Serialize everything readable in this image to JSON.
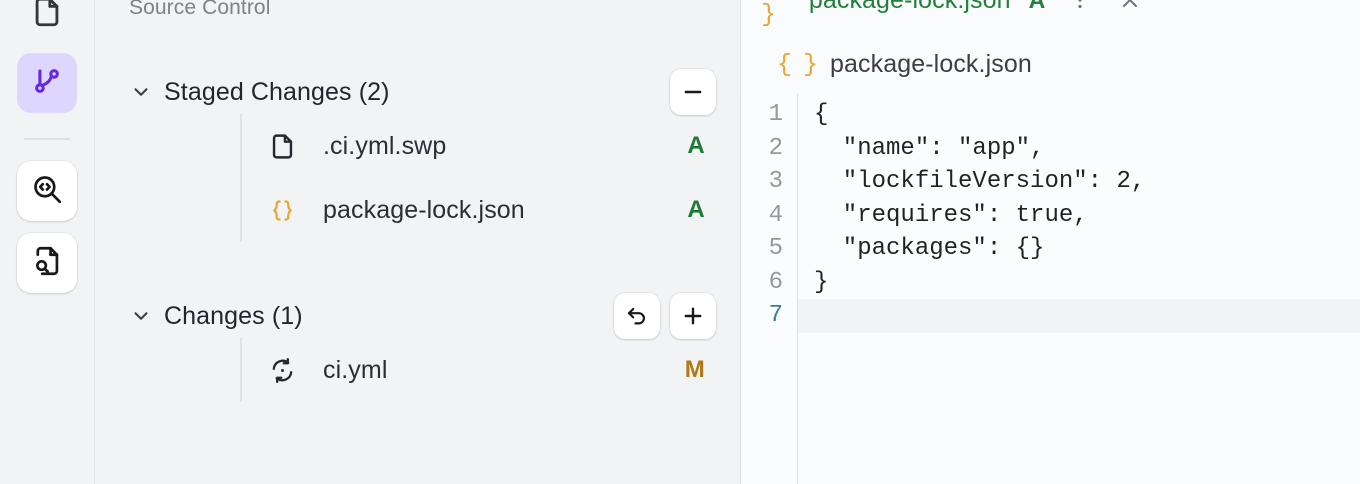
{
  "activity_bar": {
    "items": [
      {
        "name": "explorer",
        "icon": "file-icon",
        "label": "Explorer",
        "active": false
      },
      {
        "name": "source-control",
        "icon": "git-branch-icon",
        "label": "Source Control",
        "active": true
      },
      {
        "name": "search-code",
        "icon": "search-code-icon",
        "label": "Search",
        "active": false
      },
      {
        "name": "search-in-file",
        "icon": "file-search-icon",
        "label": "Find in File",
        "active": false
      }
    ]
  },
  "sidebar": {
    "title": "Source Control",
    "sections": [
      {
        "label": "Staged Changes (2)",
        "chevron": "chevron-down-icon",
        "actions": [
          {
            "name": "unstage-all-button",
            "icon": "minus-icon",
            "label": "Unstage All Changes"
          }
        ],
        "files": [
          {
            "icon": "file-icon",
            "name": ".ci.yml.swp",
            "status": "A",
            "status_kind": "added"
          },
          {
            "icon": "json-icon",
            "name": "package-lock.json",
            "status": "A",
            "status_kind": "added"
          }
        ]
      },
      {
        "label": "Changes (1)",
        "chevron": "chevron-down-icon",
        "actions": [
          {
            "name": "discard-all-button",
            "icon": "undo-icon",
            "label": "Discard All Changes"
          },
          {
            "name": "stage-all-button",
            "icon": "plus-icon",
            "label": "Stage All Changes"
          }
        ],
        "files": [
          {
            "icon": "yaml-icon",
            "name": "ci.yml",
            "status": "M",
            "status_kind": "modified"
          }
        ]
      }
    ]
  },
  "editor": {
    "tab": {
      "icon": "json-icon",
      "icon_glyph": "{ }",
      "label": "package-lock.json",
      "status": "A",
      "more_icon": "more-vertical-icon",
      "close_icon": "close-icon"
    },
    "breadcrumb": {
      "icon": "json-icon",
      "icon_glyph": "{ }",
      "label": "package-lock.json"
    },
    "lines": [
      {
        "num": "1",
        "text": "{",
        "active": false
      },
      {
        "num": "2",
        "text": "  \"name\": \"app\",",
        "active": false
      },
      {
        "num": "3",
        "text": "  \"lockfileVersion\": 2,",
        "active": false
      },
      {
        "num": "4",
        "text": "  \"requires\": true,",
        "active": false
      },
      {
        "num": "5",
        "text": "  \"packages\": {}",
        "active": false
      },
      {
        "num": "6",
        "text": "}",
        "active": false
      },
      {
        "num": "7",
        "text": "",
        "active": true
      }
    ]
  },
  "colors": {
    "accent": "#6429dd",
    "accent_bg": "#ddd6fe",
    "added": "#1f7a33",
    "modified": "#b4761a",
    "json_icon": "#e4a83a"
  }
}
